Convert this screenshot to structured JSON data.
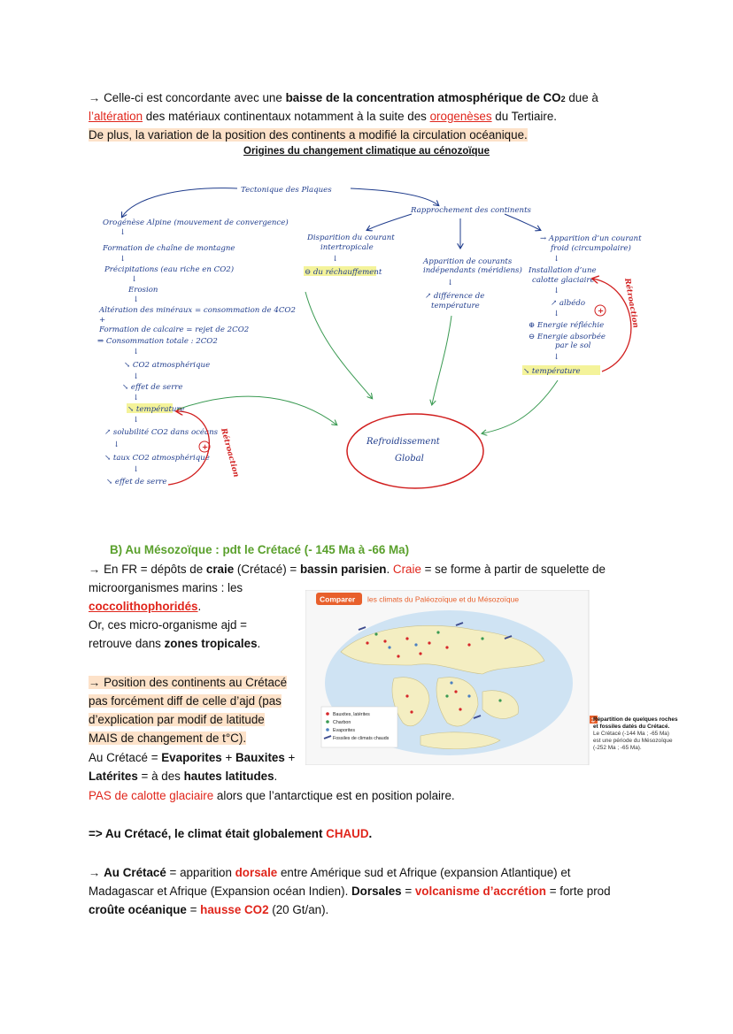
{
  "intro": {
    "l1_a": "→ Celle-ci est concordante avec une ",
    "l1_b": "baisse de la concentration atmosphérique de CO",
    "l1_sub": "2",
    "l1_c": " due à",
    "l2_a": "l’altération",
    "l2_b": " des matériaux continentaux notamment à la suite des ",
    "l2_c": "orogenèses",
    "l2_d": " du Tertiaire.",
    "l3": "De plus, la variation de la position des continents a modifié la circulation océanique."
  },
  "diagram": {
    "title": "Origines du changement climatique au cénozoïque",
    "tectonique": "Tectonique des Plaques",
    "orogenese": "Orogénèse Alpine (mouvement de convergence)",
    "formation_chaine": "Formation de chaîne de montagne",
    "precipitations": "Précipitations (eau riche en CO2)",
    "erosion": "Erosion",
    "alteration": "Altération des minéraux = consommation de 4CO2",
    "plus": "+",
    "formation_calcaire": "Formation de calcaire = rejet de 2CO2",
    "conso_totale": "⇒ Consommation totale : 2CO2",
    "co2_atm": "↘ CO2 atmosphérique",
    "effet_serre": "↘ effet de serre",
    "temperature_left": "↘ température",
    "solubilite": "↗ solubilité CO2 dans océans",
    "taux_co2": "↘ taux CO2 atmosphérique",
    "effet_serre_2": "↘ effet de serre",
    "retroaction_left": "Rétroaction",
    "plus_sign": "+",
    "rapprochement": "Rapprochement des continents",
    "disparition": "Disparition du courant",
    "disparition_2": "intertropicale",
    "rechauffement": "⊖ du réchauffement",
    "apparition_ind": "Apparition de courants",
    "apparition_ind_2": "indépendants (méridiens)",
    "difference": "↗ différence de",
    "difference_2": "température",
    "apparition_froid": "→ Apparition d’un courant",
    "apparition_froid_2": "froid (circumpolaire)",
    "calotte": "Installation d’une",
    "calotte_2": "calotte glaciaire",
    "albedo": "↗ albédo",
    "energie_refl": "⊕ Energie réfléchie",
    "energie_abs": "⊖ Energie absorbée",
    "energie_abs_2": "par le sol",
    "temperature_right": "↘ température",
    "retroaction_right": "Rétroaction",
    "refroidissement": "Refroidissement",
    "refroidissement_2": "Global"
  },
  "section_b": {
    "heading": "B)   Au Mésozoïque : pdt le Crétacé (- 145 Ma à -66 Ma)",
    "p1_a": "→ En FR = dépôts de ",
    "p1_b": "craie",
    "p1_c": " (Crétacé) = ",
    "p1_d": "bassin parisien",
    "p1_e": ". ",
    "p1_f": "Craie",
    "p1_g": " = se forme à partir de squelette de",
    "p2": "microorganismes marins : les",
    "p3_a": "coccolithophoridés",
    "p3_b": ".",
    "p4": "Or, ces micro-organisme ajd =",
    "p5_a": "retrouve dans ",
    "p5_b": "zones tropicales",
    "p5_c": ".",
    "p6": "→ Position des continents au Crétacé",
    "p7": "pas forcément diff de celle d’ajd (pas",
    "p8": "d’explication par modif de latitude",
    "p9": "MAIS de changement de t°C).",
    "p10_a": "Au Crétacé = ",
    "p10_b": "Evaporites",
    "p10_c": " + ",
    "p10_d": "Bauxites",
    "p10_e": " +",
    "p11_a": "Latérites",
    "p11_b": " =  à des ",
    "p11_c": "hautes latitudes",
    "p11_d": ".",
    "p12_a": "PAS de calotte glaciaire",
    "p12_b": " alors que l’antarctique est en position polaire.",
    "p13_a": "=> Au Crétacé, le climat était globalement ",
    "p13_b": "CHAUD",
    "p13_c": ".",
    "p14_a": "→ ",
    "p14_b": "Au Crétacé",
    "p14_c": " = apparition ",
    "p14_d": "dorsale",
    "p14_e": " entre Amérique sud et Afrique (expansion Atlantique) et",
    "p15_a": "Madagascar et Afrique (Expansion océan Indien). ",
    "p15_b": "Dorsales",
    "p15_c": " = ",
    "p15_d": "volcanisme d’accrétion",
    "p15_e": " = forte prod",
    "p16_a": "croûte océanique",
    "p16_b": " = ",
    "p16_c": "hausse CO2",
    "p16_d": " (20 Gt/an)."
  },
  "figure": {
    "badge": "Comparer",
    "title": "les climats du Paléozoïque et du Mésozoïque",
    "legend": [
      "Bauxites, latérites",
      "Charbon",
      "Evaporites",
      "Fossiles de climats chauds"
    ],
    "number": "3",
    "caption_title": "Répartition de quelques roches",
    "caption_title_2": "et fossiles datés du Crétacé.",
    "caption_1": "Le Crétacé (-144 Ma ; -65 Ma)",
    "caption_2": "est une période du Mésozoïque",
    "caption_3": "(-252 Ma ; -65 Ma)."
  }
}
